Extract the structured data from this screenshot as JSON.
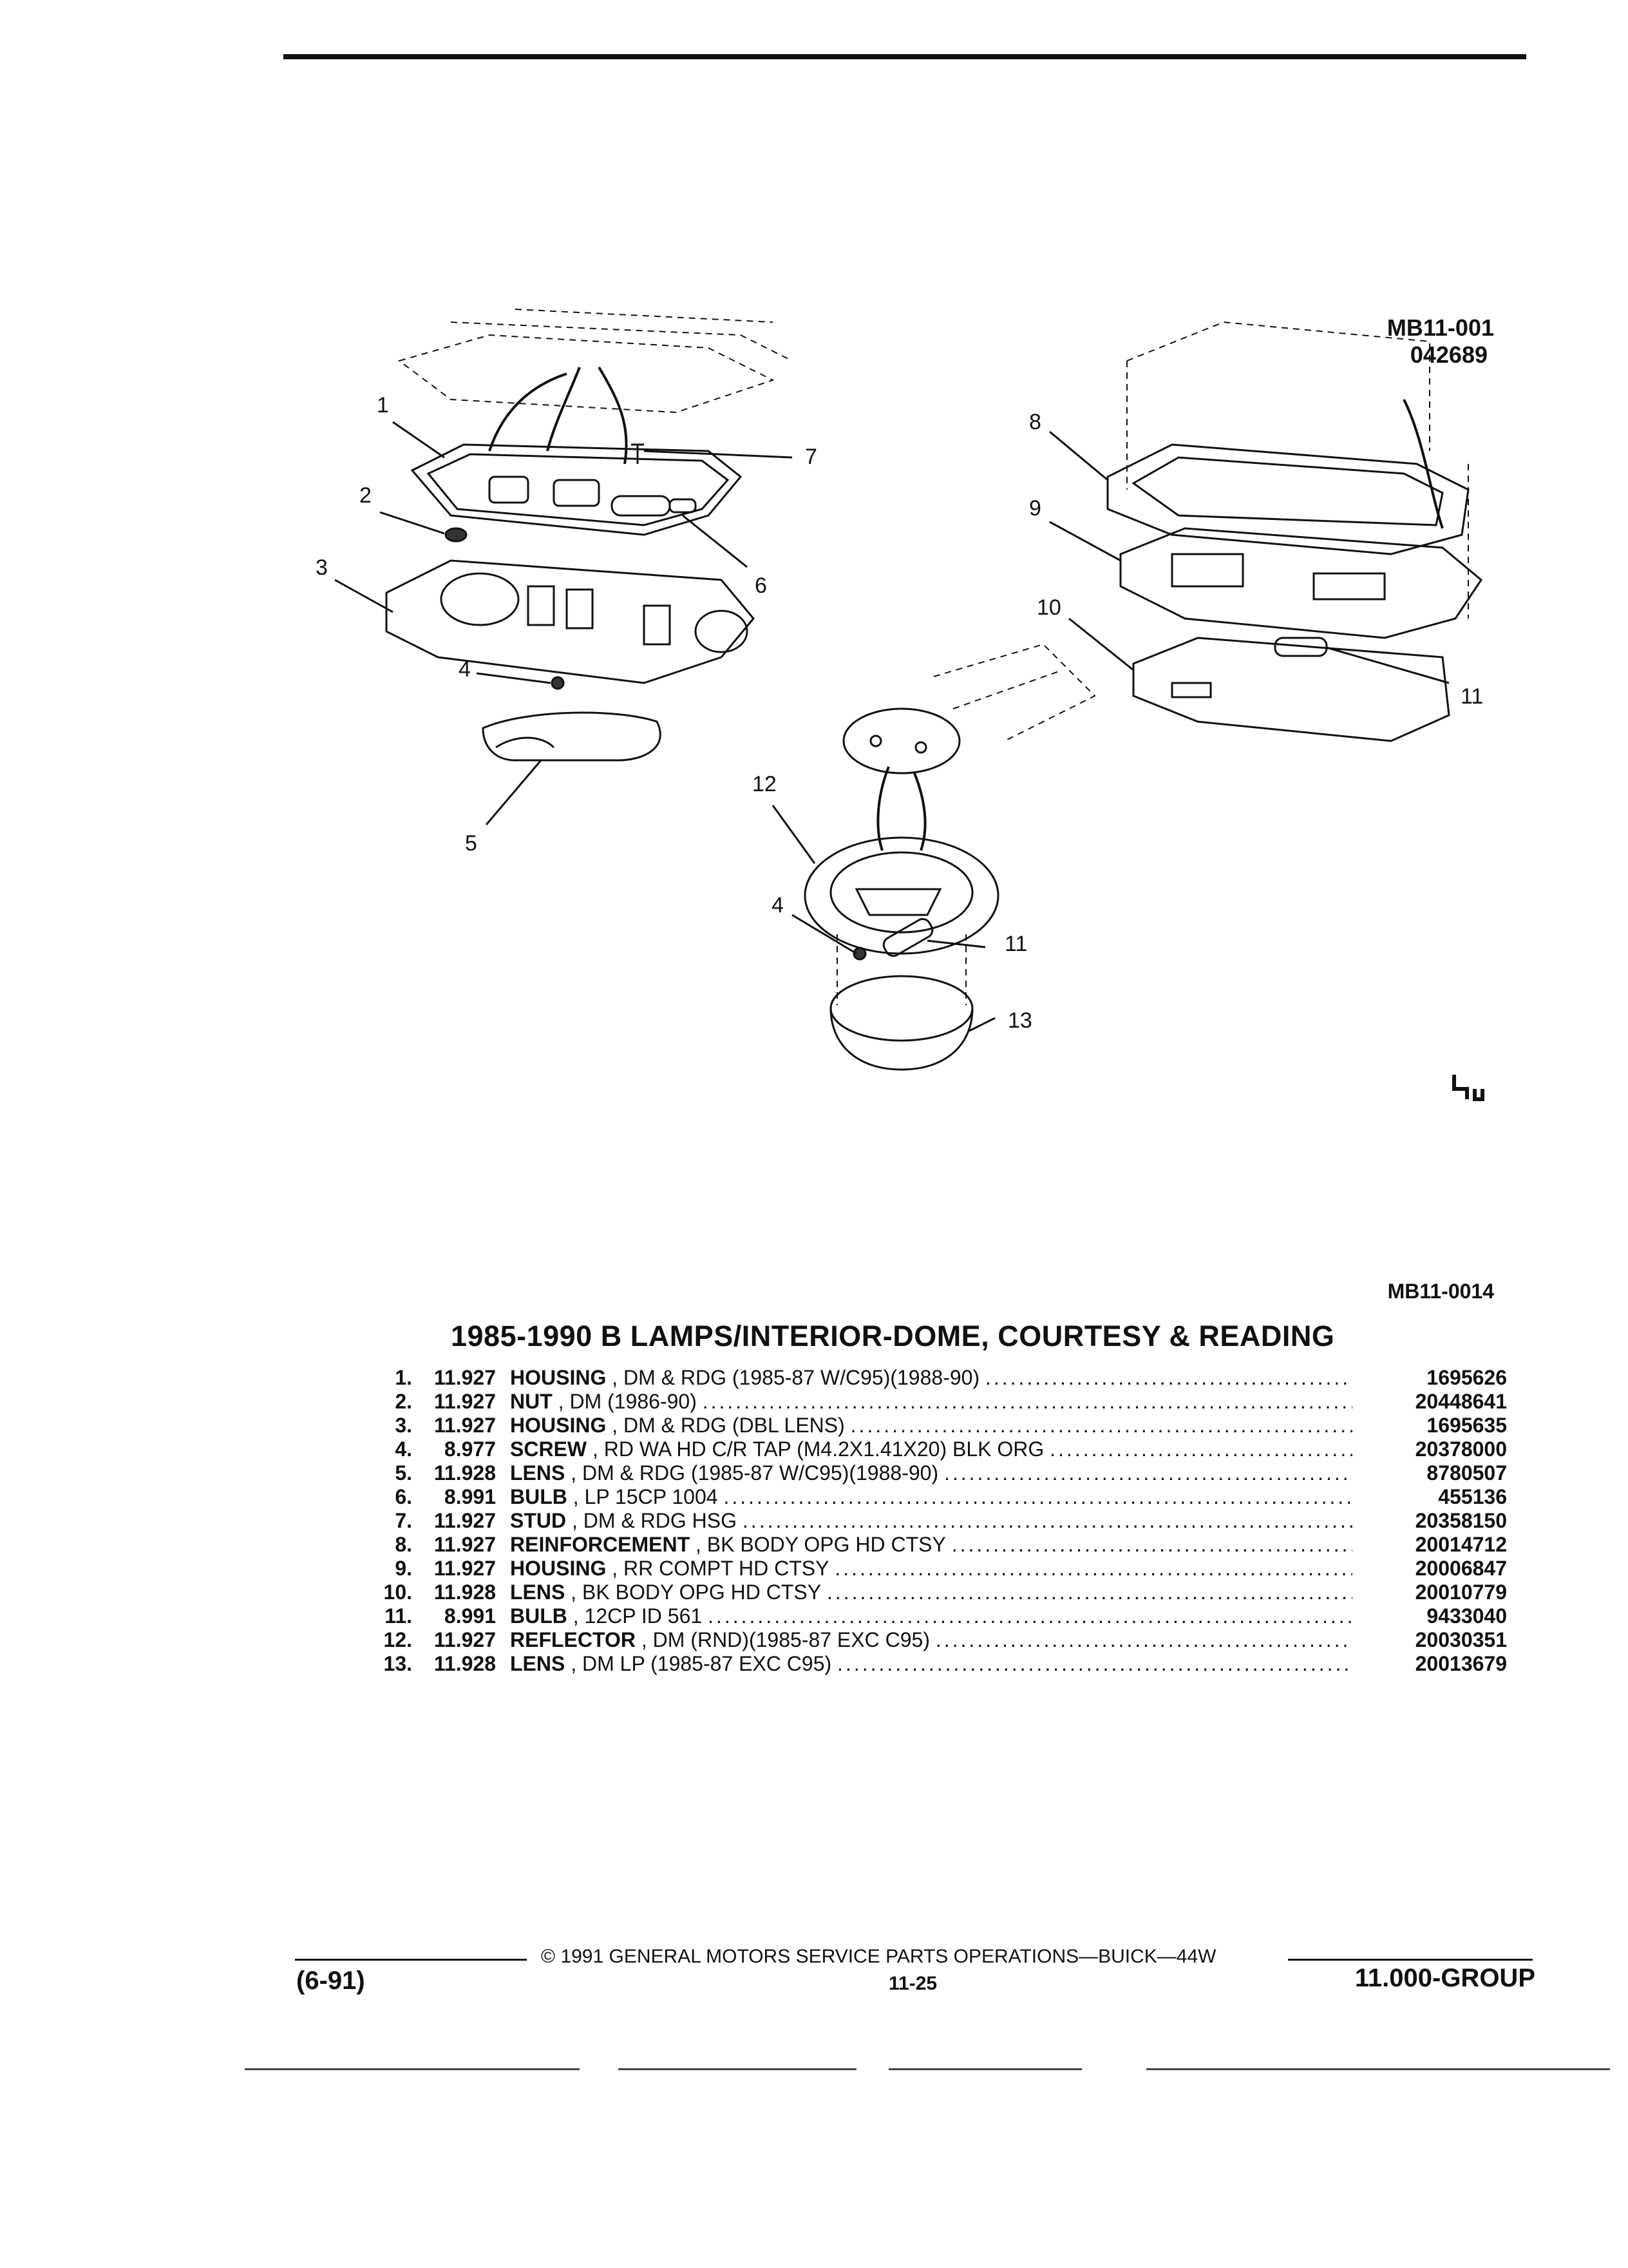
{
  "figure": {
    "id_top": "MB11-001",
    "id_top2": "042689",
    "id_bottom": "MB11-0014",
    "callouts": [
      "1",
      "2",
      "3",
      "4",
      "5",
      "6",
      "7",
      "8",
      "9",
      "10",
      "11",
      "12",
      "4",
      "11",
      "13"
    ]
  },
  "title": "1985-1990 B LAMPS/INTERIOR-DOME, COURTESY & READING",
  "parts": [
    {
      "num": "1.",
      "group": "11.927",
      "name": "HOUSING",
      "spec": ", DM & RDG (1985-87 W/C95)(1988-90)",
      "pn": "1695626"
    },
    {
      "num": "2.",
      "group": "11.927",
      "name": "NUT",
      "spec": ", DM (1986-90)",
      "pn": "20448641"
    },
    {
      "num": "3.",
      "group": "11.927",
      "name": "HOUSING",
      "spec": ", DM & RDG (DBL LENS)",
      "pn": "1695635"
    },
    {
      "num": "4.",
      "group": "8.977",
      "name": "SCREW",
      "spec": ", RD WA HD C/R TAP (M4.2X1.41X20) BLK ORG",
      "pn": "20378000"
    },
    {
      "num": "5.",
      "group": "11.928",
      "name": "LENS",
      "spec": ", DM & RDG (1985-87 W/C95)(1988-90)",
      "pn": "8780507"
    },
    {
      "num": "6.",
      "group": "8.991",
      "name": "BULB",
      "spec": ", LP 15CP 1004",
      "pn": "455136"
    },
    {
      "num": "7.",
      "group": "11.927",
      "name": "STUD",
      "spec": ", DM & RDG HSG",
      "pn": "20358150"
    },
    {
      "num": "8.",
      "group": "11.927",
      "name": "REINFORCEMENT",
      "spec": ", BK BODY OPG HD CTSY",
      "pn": "20014712"
    },
    {
      "num": "9.",
      "group": "11.927",
      "name": "HOUSING",
      "spec": ", RR COMPT HD CTSY",
      "pn": "20006847"
    },
    {
      "num": "10.",
      "group": "11.928",
      "name": "LENS",
      "spec": ", BK BODY OPG HD CTSY",
      "pn": "20010779"
    },
    {
      "num": "11.",
      "group": "8.991",
      "name": "BULB",
      "spec": ", 12CP ID 561",
      "pn": "9433040"
    },
    {
      "num": "12.",
      "group": "11.927",
      "name": "REFLECTOR",
      "spec": ", DM (RND)(1985-87 EXC C95)",
      "pn": "20030351"
    },
    {
      "num": "13.",
      "group": "11.928",
      "name": "LENS",
      "spec": ", DM LP (1985-87 EXC C95)",
      "pn": "20013679"
    }
  ],
  "footer": {
    "copyright": "© 1991 GENERAL MOTORS SERVICE PARTS OPERATIONS—BUICK—44W",
    "page": "11-25",
    "date": "(6-91)",
    "group": "11.000-GROUP"
  }
}
